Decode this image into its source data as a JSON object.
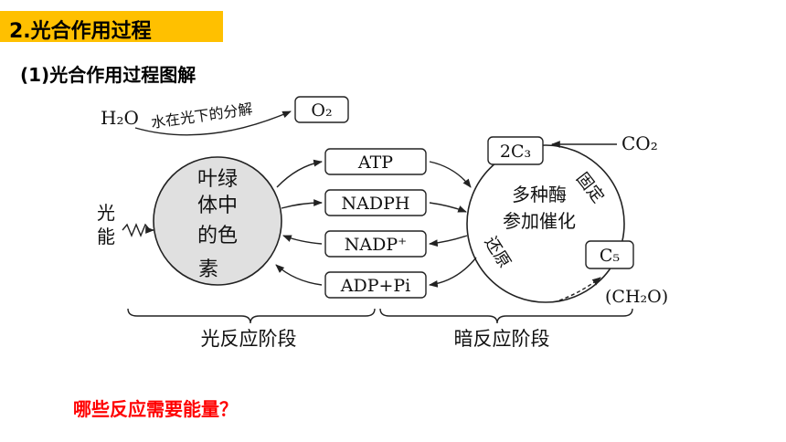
{
  "header": {
    "section_title": "2.光合作用过程",
    "subtitle": "(1)光合作用过程图解"
  },
  "diagram": {
    "water": "H₂O",
    "oxygen": "O₂",
    "water_split_label": "水在光下的分解",
    "light_energy": [
      "光",
      "能"
    ],
    "pigment_lines": [
      "叶绿",
      "体中",
      "的色",
      "素"
    ],
    "energy_carriers": [
      "ATP",
      "NADPH",
      "NADP⁺",
      "ADP+Pi"
    ],
    "c3": "2C₃",
    "c5": "C₅",
    "co2": "CO₂",
    "ch2o": "(CH₂O)",
    "fixation_label": "固定",
    "reduction_label": "还原",
    "enzyme_lines": [
      "多种酶",
      "参加催化"
    ],
    "light_stage": "光反应阶段",
    "dark_stage": "暗反应阶段"
  },
  "question": "哪些反应需要能量？",
  "colors": {
    "title_bar": "#ffc000",
    "question_text": "#ff0000",
    "pigment_fill": "#e0e0e0"
  }
}
